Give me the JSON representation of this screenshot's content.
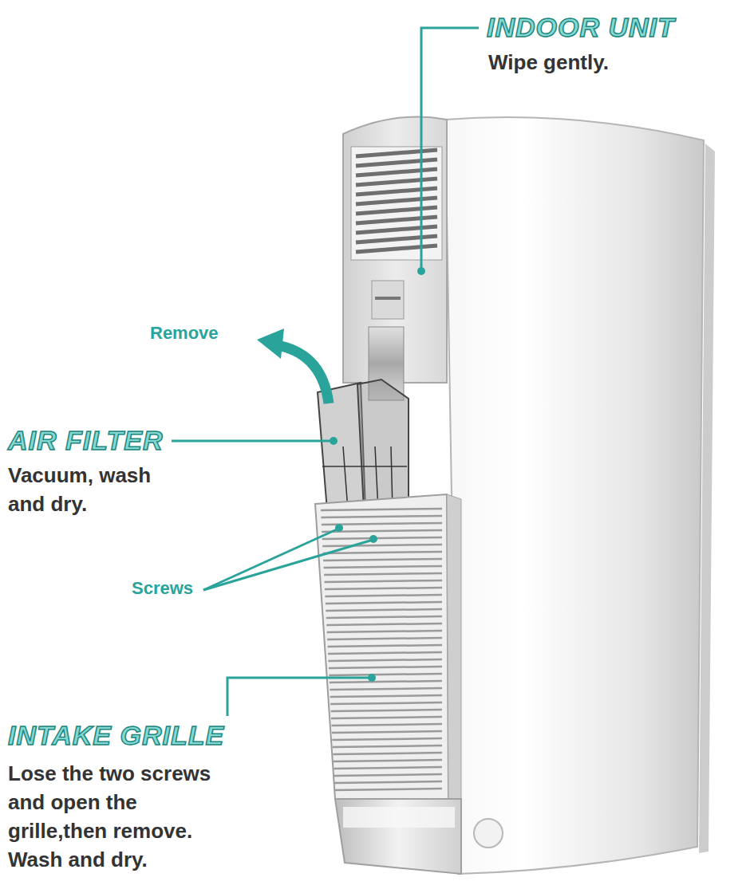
{
  "diagram": {
    "labels": [
      "INDOOR UNIT",
      "Wipe gently.",
      "Remove",
      "AIR FILTER",
      "Vacuum, wash and dry.",
      "Screws",
      "INTAKE GRILLE",
      "Lose the two screws and open the grille,then remove. Wash and dry."
    ]
  }
}
